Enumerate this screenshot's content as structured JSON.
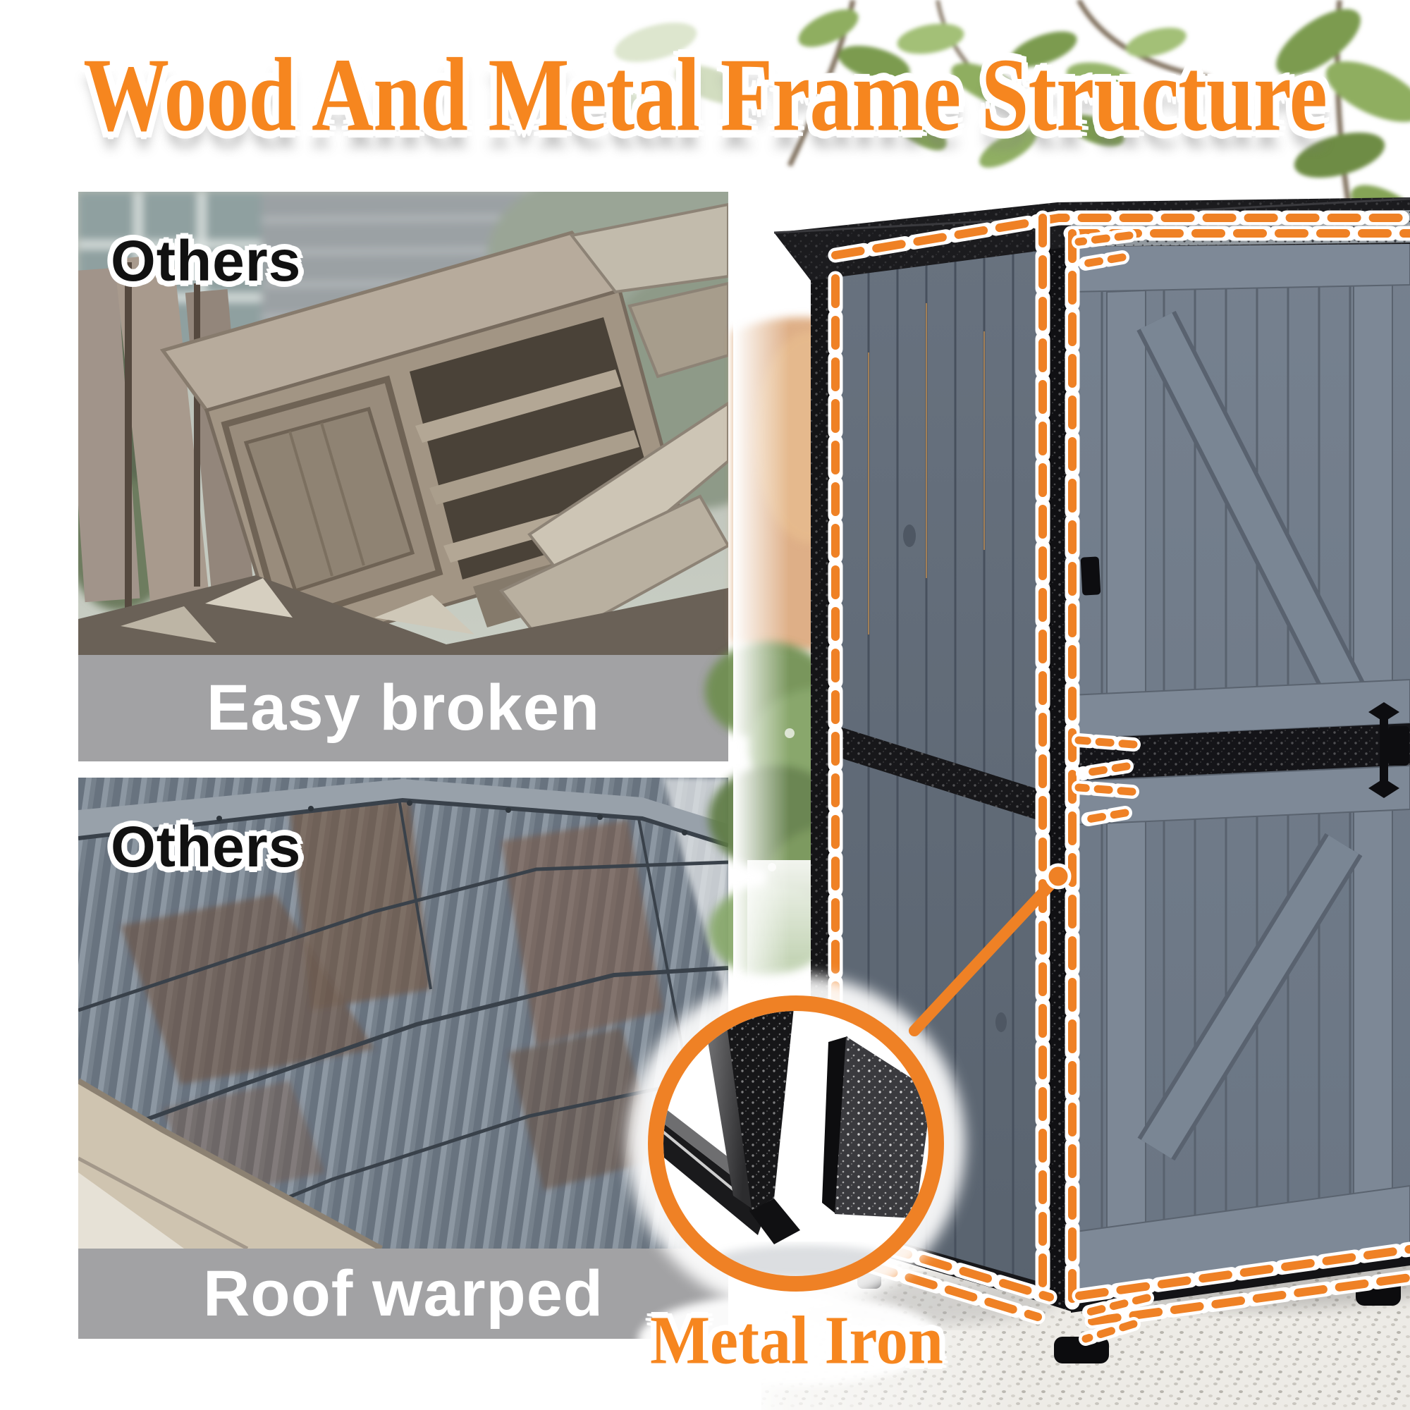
{
  "title": "Wood And Metal Frame Structure",
  "panels": [
    {
      "tag": "Others",
      "caption": "Easy broken"
    },
    {
      "tag": "Others",
      "caption": "Roof warped"
    }
  ],
  "callout": {
    "label": "Metal Iron"
  },
  "colors": {
    "accent_orange": "#F6861F",
    "dash_orange": "#EF8125",
    "caption_band_gray": "#A2A2A4",
    "caption_text": "#FFFFFF",
    "tag_text": "#111111",
    "metal_frame_black": "#141417",
    "shed_wood_gray": "#6F7A88",
    "gravel_ground": "#EDEBE6"
  }
}
